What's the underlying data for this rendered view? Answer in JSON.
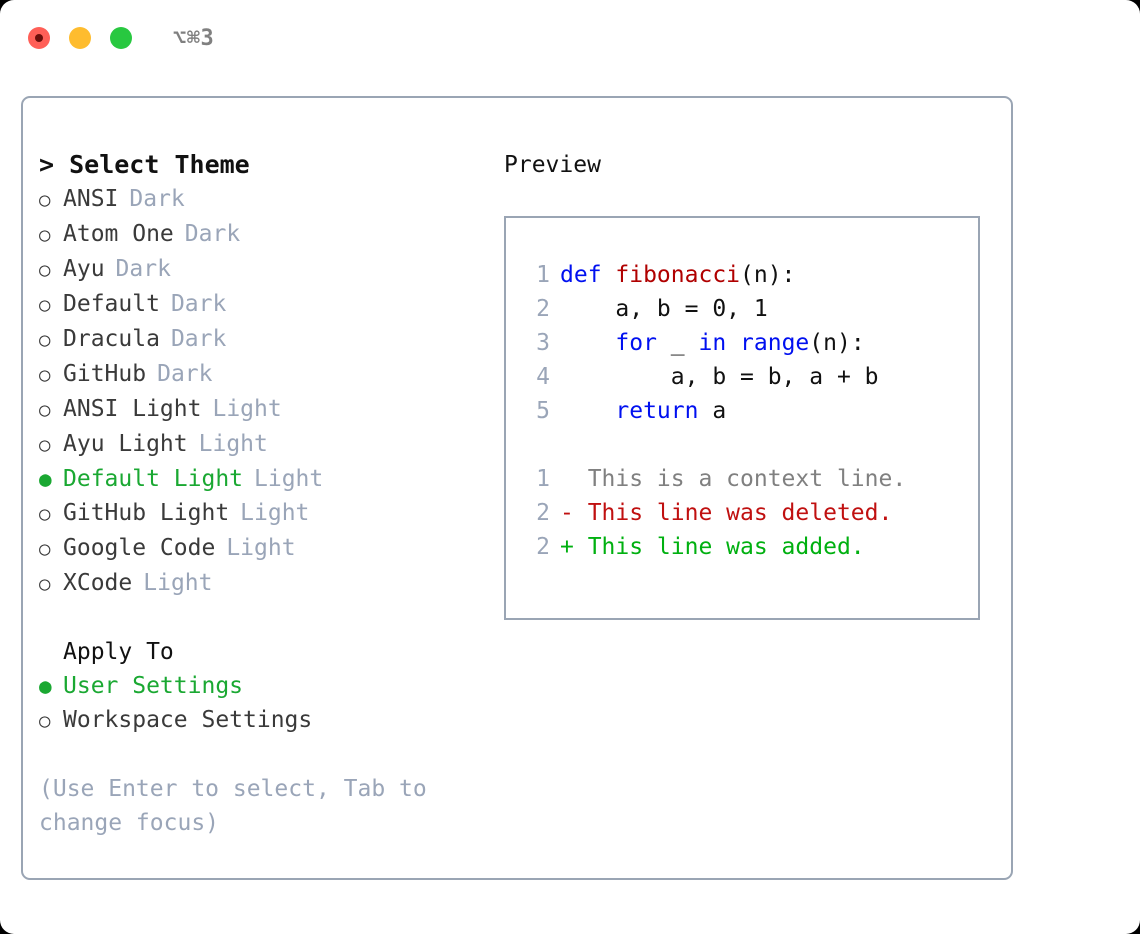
{
  "titlebar": {
    "shortcut": "⌥⌘3",
    "buttons": [
      {
        "name": "close",
        "color": "#ff5f57"
      },
      {
        "name": "minimize",
        "color": "#febc2e"
      },
      {
        "name": "maximize",
        "color": "#28c840"
      }
    ]
  },
  "colors": {
    "selected_green": "#1aa832",
    "muted_blue_gray": "#9aa5b8",
    "border": "#9aa5b4",
    "keyword_blue": "#0010f0",
    "function_red": "#b00000",
    "diff_deleted": "#c01010",
    "diff_added": "#00b010",
    "context_gray": "#808080"
  },
  "theme_picker": {
    "header": "> Select Theme",
    "options": [
      {
        "bullet": "○",
        "label": "ANSI",
        "suffix": "Dark",
        "selected": false
      },
      {
        "bullet": "○",
        "label": "Atom One",
        "suffix": "Dark",
        "selected": false
      },
      {
        "bullet": "○",
        "label": "Ayu",
        "suffix": "Dark",
        "selected": false
      },
      {
        "bullet": "○",
        "label": "Default",
        "suffix": "Dark",
        "selected": false
      },
      {
        "bullet": "○",
        "label": "Dracula",
        "suffix": "Dark",
        "selected": false
      },
      {
        "bullet": "○",
        "label": "GitHub",
        "suffix": "Dark",
        "selected": false
      },
      {
        "bullet": "○",
        "label": "ANSI Light",
        "suffix": "Light",
        "selected": false
      },
      {
        "bullet": "○",
        "label": "Ayu Light",
        "suffix": "Light",
        "selected": false
      },
      {
        "bullet": "●",
        "label": "Default Light",
        "suffix": "Light",
        "selected": true
      },
      {
        "bullet": "○",
        "label": "GitHub Light",
        "suffix": "Light",
        "selected": false
      },
      {
        "bullet": "○",
        "label": "Google Code",
        "suffix": "Light",
        "selected": false
      },
      {
        "bullet": "○",
        "label": "XCode",
        "suffix": "Light",
        "selected": false
      }
    ]
  },
  "apply_to": {
    "title": "Apply To",
    "options": [
      {
        "bullet": "●",
        "label": "User Settings",
        "selected": true
      },
      {
        "bullet": "○",
        "label": "Workspace Settings",
        "selected": false
      }
    ]
  },
  "hint": "(Use Enter to select, Tab to change focus)",
  "preview": {
    "title": "Preview",
    "code_lines": [
      {
        "no": "1",
        "tokens": [
          {
            "t": "def ",
            "c": "kw"
          },
          {
            "t": "fibonacci",
            "c": "fn"
          },
          {
            "t": "(n):",
            "c": "plain"
          }
        ]
      },
      {
        "no": "2",
        "tokens": [
          {
            "t": "    a, b = 0, 1",
            "c": "plain"
          }
        ]
      },
      {
        "no": "3",
        "tokens": [
          {
            "t": "    ",
            "c": "plain"
          },
          {
            "t": "for",
            "c": "kw"
          },
          {
            "t": " _ ",
            "c": "plain"
          },
          {
            "t": "in",
            "c": "kw"
          },
          {
            "t": " ",
            "c": "plain"
          },
          {
            "t": "range",
            "c": "kw"
          },
          {
            "t": "(n):",
            "c": "plain"
          }
        ]
      },
      {
        "no": "4",
        "tokens": [
          {
            "t": "        a, b = b, a + b",
            "c": "plain"
          }
        ]
      },
      {
        "no": "5",
        "tokens": [
          {
            "t": "    ",
            "c": "plain"
          },
          {
            "t": "return",
            "c": "kw"
          },
          {
            "t": " a",
            "c": "plain"
          }
        ]
      }
    ],
    "diff_lines": [
      {
        "no": "1",
        "tokens": [
          {
            "t": "  This is a context line.",
            "c": "ctx"
          }
        ]
      },
      {
        "no": "2",
        "tokens": [
          {
            "t": "- This line was deleted.",
            "c": "del"
          }
        ]
      },
      {
        "no": "2",
        "tokens": [
          {
            "t": "+ This line was added.",
            "c": "add"
          }
        ]
      }
    ]
  }
}
